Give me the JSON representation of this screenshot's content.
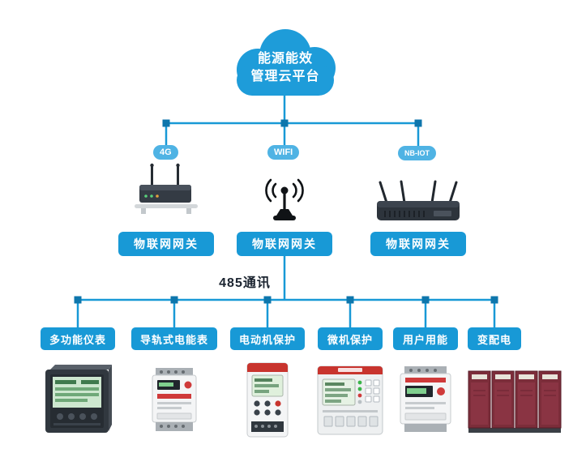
{
  "colors": {
    "primary_blue": "#1899D6",
    "node_blue": "#0E76AC",
    "badge_blue": "#4FB3E4",
    "bus_text_color": "#1B2430"
  },
  "cloud": {
    "label_line1": "能源能效",
    "label_line2": "管理云平台",
    "icon": "cloud-icon"
  },
  "gateways": [
    {
      "badge": "4G",
      "label": "物联网网关",
      "icon": "router-4g-icon"
    },
    {
      "badge": "WIFI",
      "label": "物联网网关",
      "icon": "wifi-antenna-icon"
    },
    {
      "badge": "NB-IOT",
      "label": "物联网网关",
      "icon": "router-nbiot-icon"
    }
  ],
  "bus": {
    "label": "485通讯"
  },
  "devices": [
    {
      "label": "多功能仪表",
      "icon": "multifunction-meter-image"
    },
    {
      "label": "导轨式电能表",
      "icon": "din-rail-meter-image"
    },
    {
      "label": "电动机保护",
      "icon": "motor-protector-image"
    },
    {
      "label": "微机保护",
      "icon": "relay-protector-image"
    },
    {
      "label": "用户用能",
      "icon": "user-energy-meter-image"
    },
    {
      "label": "变配电",
      "icon": "switchgear-cabinet-image"
    }
  ]
}
